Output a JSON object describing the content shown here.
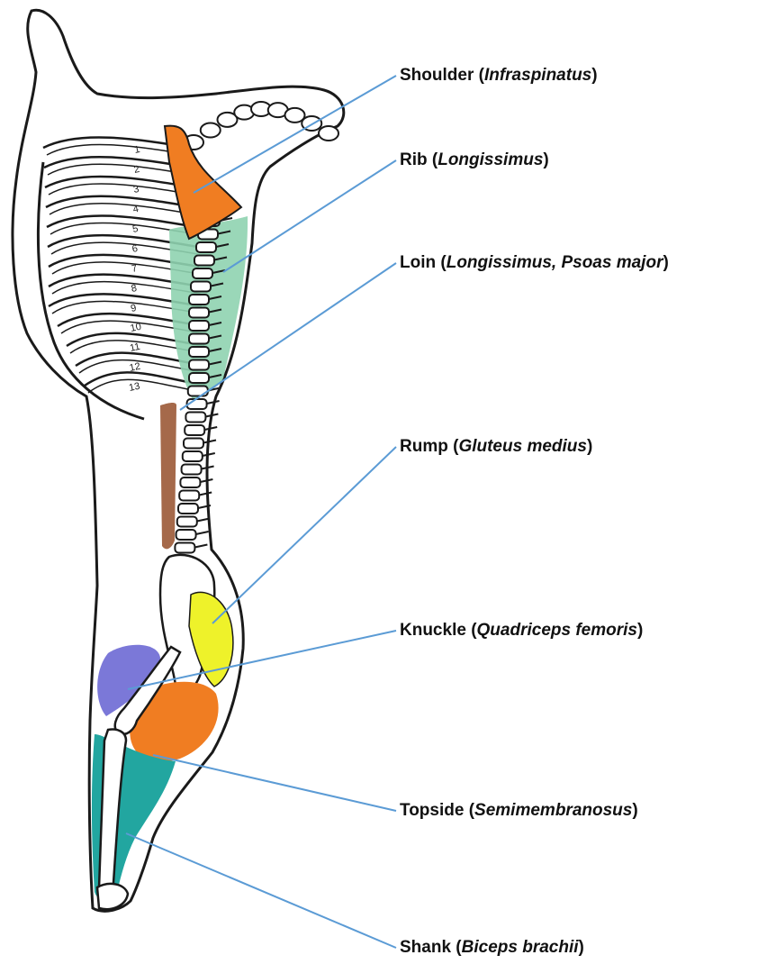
{
  "colors": {
    "outline": "#1a1a1a",
    "leader_line": "#5b9bd5",
    "shoulder": "#f07d22",
    "rib_loin_green": "#8fd3b0",
    "rump": "#eef22a",
    "knuckle": "#7b78d8",
    "topside": "#f07d22",
    "shank": "#22a6a0",
    "spine_brown": "#a5694a"
  },
  "rib_numbers": [
    "1",
    "2",
    "3",
    "4",
    "5",
    "6",
    "7",
    "8",
    "9",
    "10",
    "11",
    "12",
    "13"
  ],
  "labels": [
    {
      "id": "shoulder",
      "name": "Shoulder",
      "latin": "Infraspinatus"
    },
    {
      "id": "rib",
      "name": "Rib",
      "latin": "Longissimus"
    },
    {
      "id": "loin",
      "name": "Loin",
      "latin": "Longissimus, Psoas major"
    },
    {
      "id": "rump",
      "name": "Rump",
      "latin": "Gluteus medius"
    },
    {
      "id": "knuckle",
      "name": "Knuckle",
      "latin": "Quadriceps femoris"
    },
    {
      "id": "topside",
      "name": "Topside",
      "latin": "Semimembranosus"
    },
    {
      "id": "shank",
      "name": "Shank",
      "latin": "Biceps brachii"
    }
  ]
}
